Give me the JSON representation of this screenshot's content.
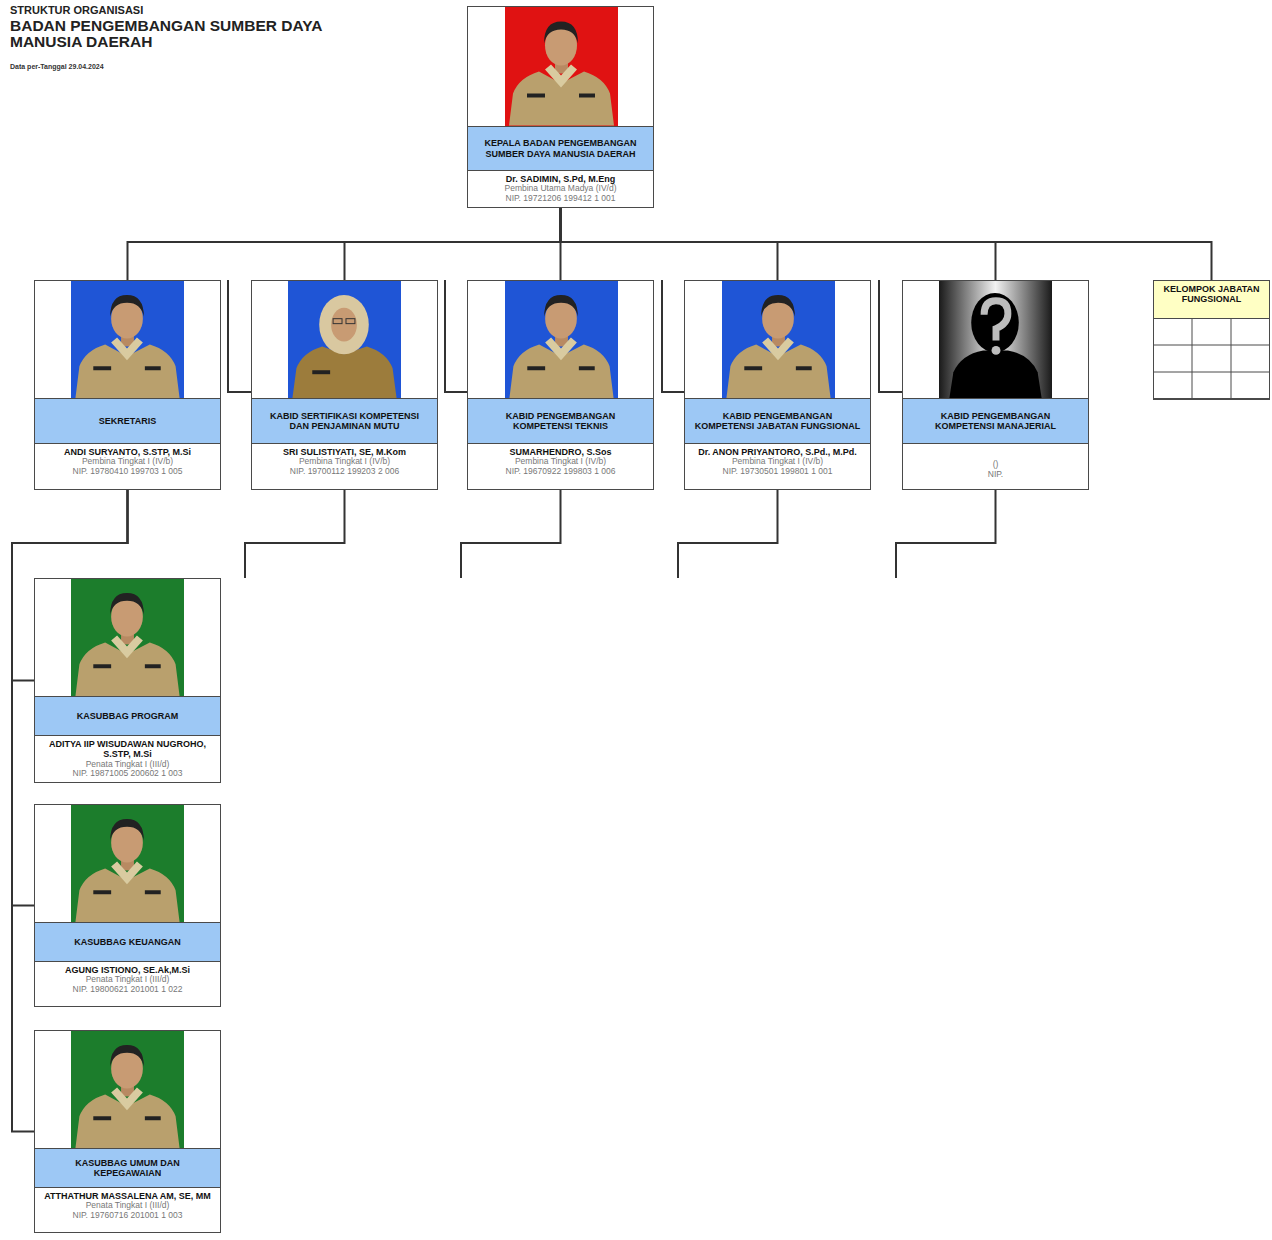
{
  "diagram": {
    "title": "BADAN PENGEMBANGAN SUMBER DAYA MANUSIA DAERAH",
    "nodes": [
      {
        "text": [
          "KEPALA BADAN PENGEMBANGAN SUMBER DAYA MANUSIA DAERAH",
          "Dr. SADIMIN, S.Pd, M.Eng",
          "Pembina Utama Madya (IV/d)",
          "NIP. 19721206 199412 1 001"
        ]
      },
      {
        "text": [
          "SEKRETARIS",
          "ANDI SURYANTO, S.STP, M.Si",
          "Pembina Tingkat I (IV/b)",
          "NIP. 19780410 199703 1 005"
        ]
      },
      {
        "text": [
          "KABID SERTIFIKASI KOMPETENSI DAN PENJAMINAN MUTU",
          "SRI SULISTIYATI, SE, M.Kom",
          "Pembina Tingkat I (IV/b)",
          "NIP. 19700112 199203 2 006"
        ]
      },
      {
        "text": [
          "KABID PENGEMBANGAN KOMPETENSI TEKNIS",
          "SUMARHENDRO, S.Sos",
          "Pembina Tingkat I (IV/b)",
          "NIP. 19670922 199803 1 006"
        ]
      },
      {
        "text": [
          "KABID PENGEMBANGAN KOMPETENSI JABATAN FUNGSIONAL",
          "Dr. ANON PRIYANTORO, S.Pd., M.Pd.",
          "Pembina Tingkat I (IV/b)",
          "NIP. 19730501 199801 1 001"
        ]
      },
      {
        "text": [
          "KABID PENGEMBANGAN KOMPETENSI MANAJERIAL",
          "()",
          "NIP."
        ]
      },
      {
        "text": [
          "KELOMPOK JABATAN FUNGSIONAL"
        ]
      },
      {
        "text": [
          "KASUBBAG PROGRAM",
          "ADITYA IIP WISUDAWAN NUGROHO, S.STP, M.Si",
          "Penata Tingkat I (III/d)",
          "NIP. 19871005 200602 1 003"
        ]
      },
      {
        "text": [
          "KASUBBAG KEUANGAN",
          "AGUNG ISTIONO, SE.Ak,M.Si",
          "Penata Tingkat I (III/d)",
          "NIP. 19800621 201001 1 022"
        ]
      },
      {
        "text": [
          "KASUBBAG UMUM DAN KEPEGAWAIAN",
          "ATTHATHUR MASSALENA AM, SE, MM",
          "Penata Tingkat I (III/d)",
          "NIP. 19760716 201001 1 003"
        ]
      }
    ],
    "edges": [
      {
        "from": 0,
        "to": 1,
        "arrow": "none"
      },
      {
        "from": 0,
        "to": 2,
        "arrow": "none"
      },
      {
        "from": 0,
        "to": 3,
        "arrow": "none"
      },
      {
        "from": 0,
        "to": 4,
        "arrow": "none"
      },
      {
        "from": 0,
        "to": 5,
        "arrow": "none"
      },
      {
        "from": 0,
        "to": 6,
        "arrow": "none"
      },
      {
        "from": 1,
        "to": 7,
        "arrow": "none"
      },
      {
        "from": 1,
        "to": 8,
        "arrow": "none"
      },
      {
        "from": 1,
        "to": 9,
        "arrow": "none"
      }
    ],
    "labels": [
      "STRUKTUR ORGANISASI",
      "Data per-Tanggal 29.04.2024"
    ]
  }
}
